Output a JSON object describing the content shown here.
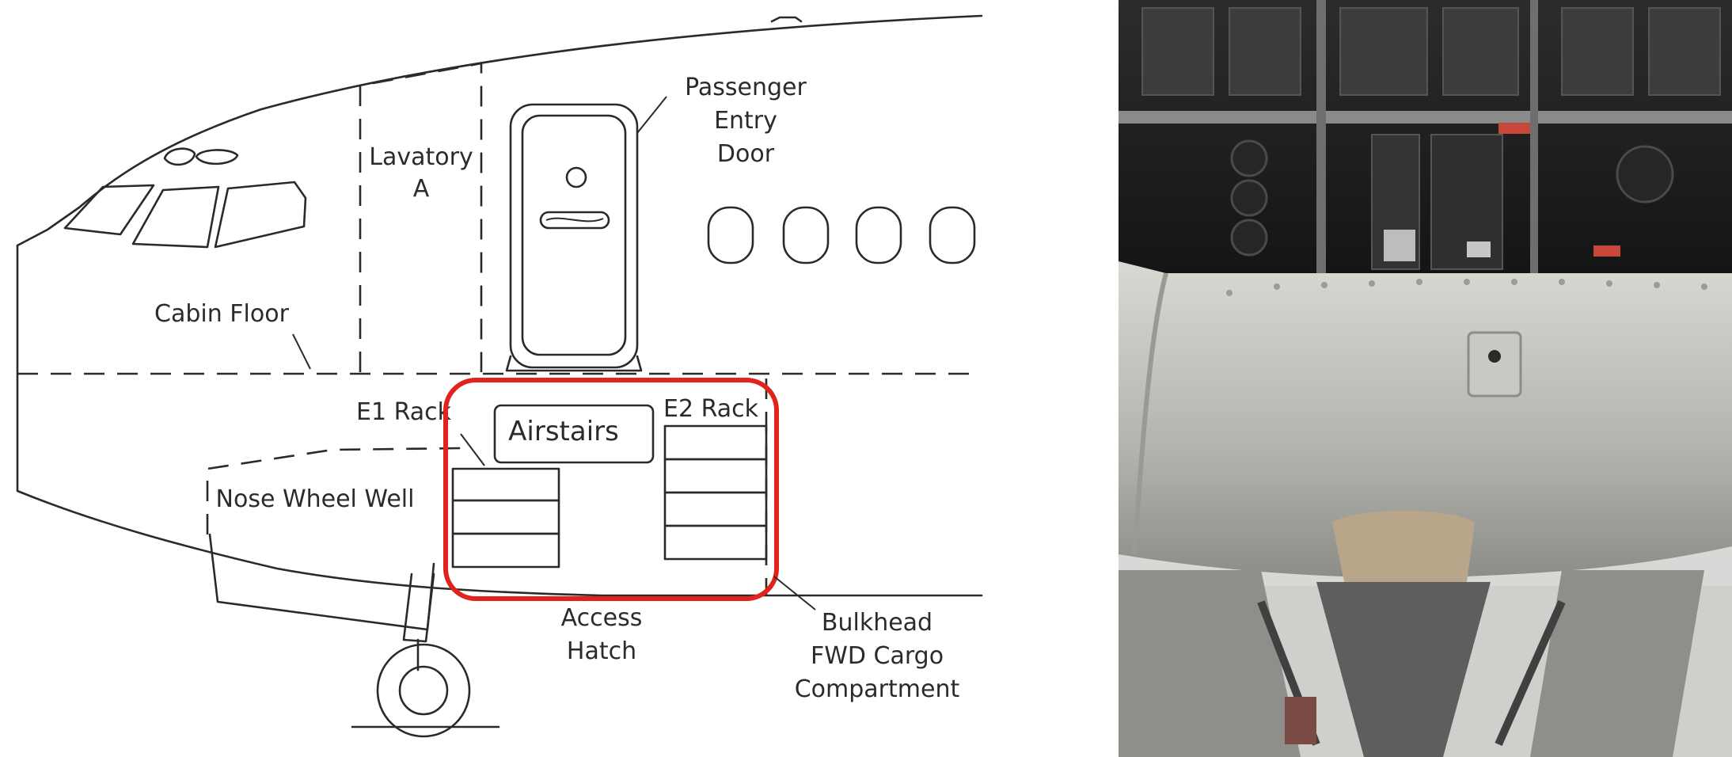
{
  "diagram": {
    "labels": {
      "lavatory": [
        "Lavatory",
        "A"
      ],
      "passenger_door": [
        "Passenger",
        "Entry",
        "Door"
      ],
      "cabin_floor": "Cabin Floor",
      "e1_rack": "E1 Rack",
      "e2_rack": "E2 Rack",
      "airstairs": "Airstairs",
      "nose_wheel_well": "Nose Wheel Well",
      "access_hatch": [
        "Access",
        "Hatch"
      ],
      "bulkhead": [
        "Bulkhead",
        "FWD Cargo",
        "Compartment"
      ]
    },
    "highlight_color": "#e0231c"
  }
}
